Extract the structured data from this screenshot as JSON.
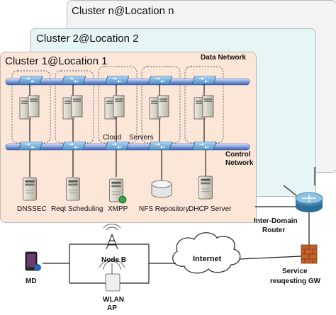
{
  "clusters": [
    {
      "title": "Cluster n@Location n"
    },
    {
      "title": "Cluster 2@Location 2"
    },
    {
      "title": "Cluster 1@Location 1"
    }
  ],
  "networks": {
    "data": "Data Network",
    "control_line1": "Control",
    "control_line2": "Network"
  },
  "cloud_servers": {
    "left": "Cloud",
    "right": "Servers"
  },
  "services": [
    {
      "label": "DNSSEC"
    },
    {
      "label": "Reqt Scheduling"
    },
    {
      "label": "XMPP"
    },
    {
      "label": "NFS Repository"
    },
    {
      "label": "DHCP Server"
    }
  ],
  "router": {
    "line1": "Inter-Domain",
    "line2": "Router"
  },
  "gateway": {
    "line1": "Service",
    "line2": "reuqesting GW"
  },
  "internet": "Internet",
  "node_b": "Node B",
  "wlan": {
    "line1": "WLAN",
    "line2": "AP"
  },
  "md": "MD",
  "colors": {
    "cluster_n": "#f3f3f3",
    "cluster_2": "#e6f6f6",
    "cluster_1": "#fbe6d8",
    "bus": "#6f8fcf",
    "router": "#3a7fa8",
    "firewall": "#c4612a"
  }
}
